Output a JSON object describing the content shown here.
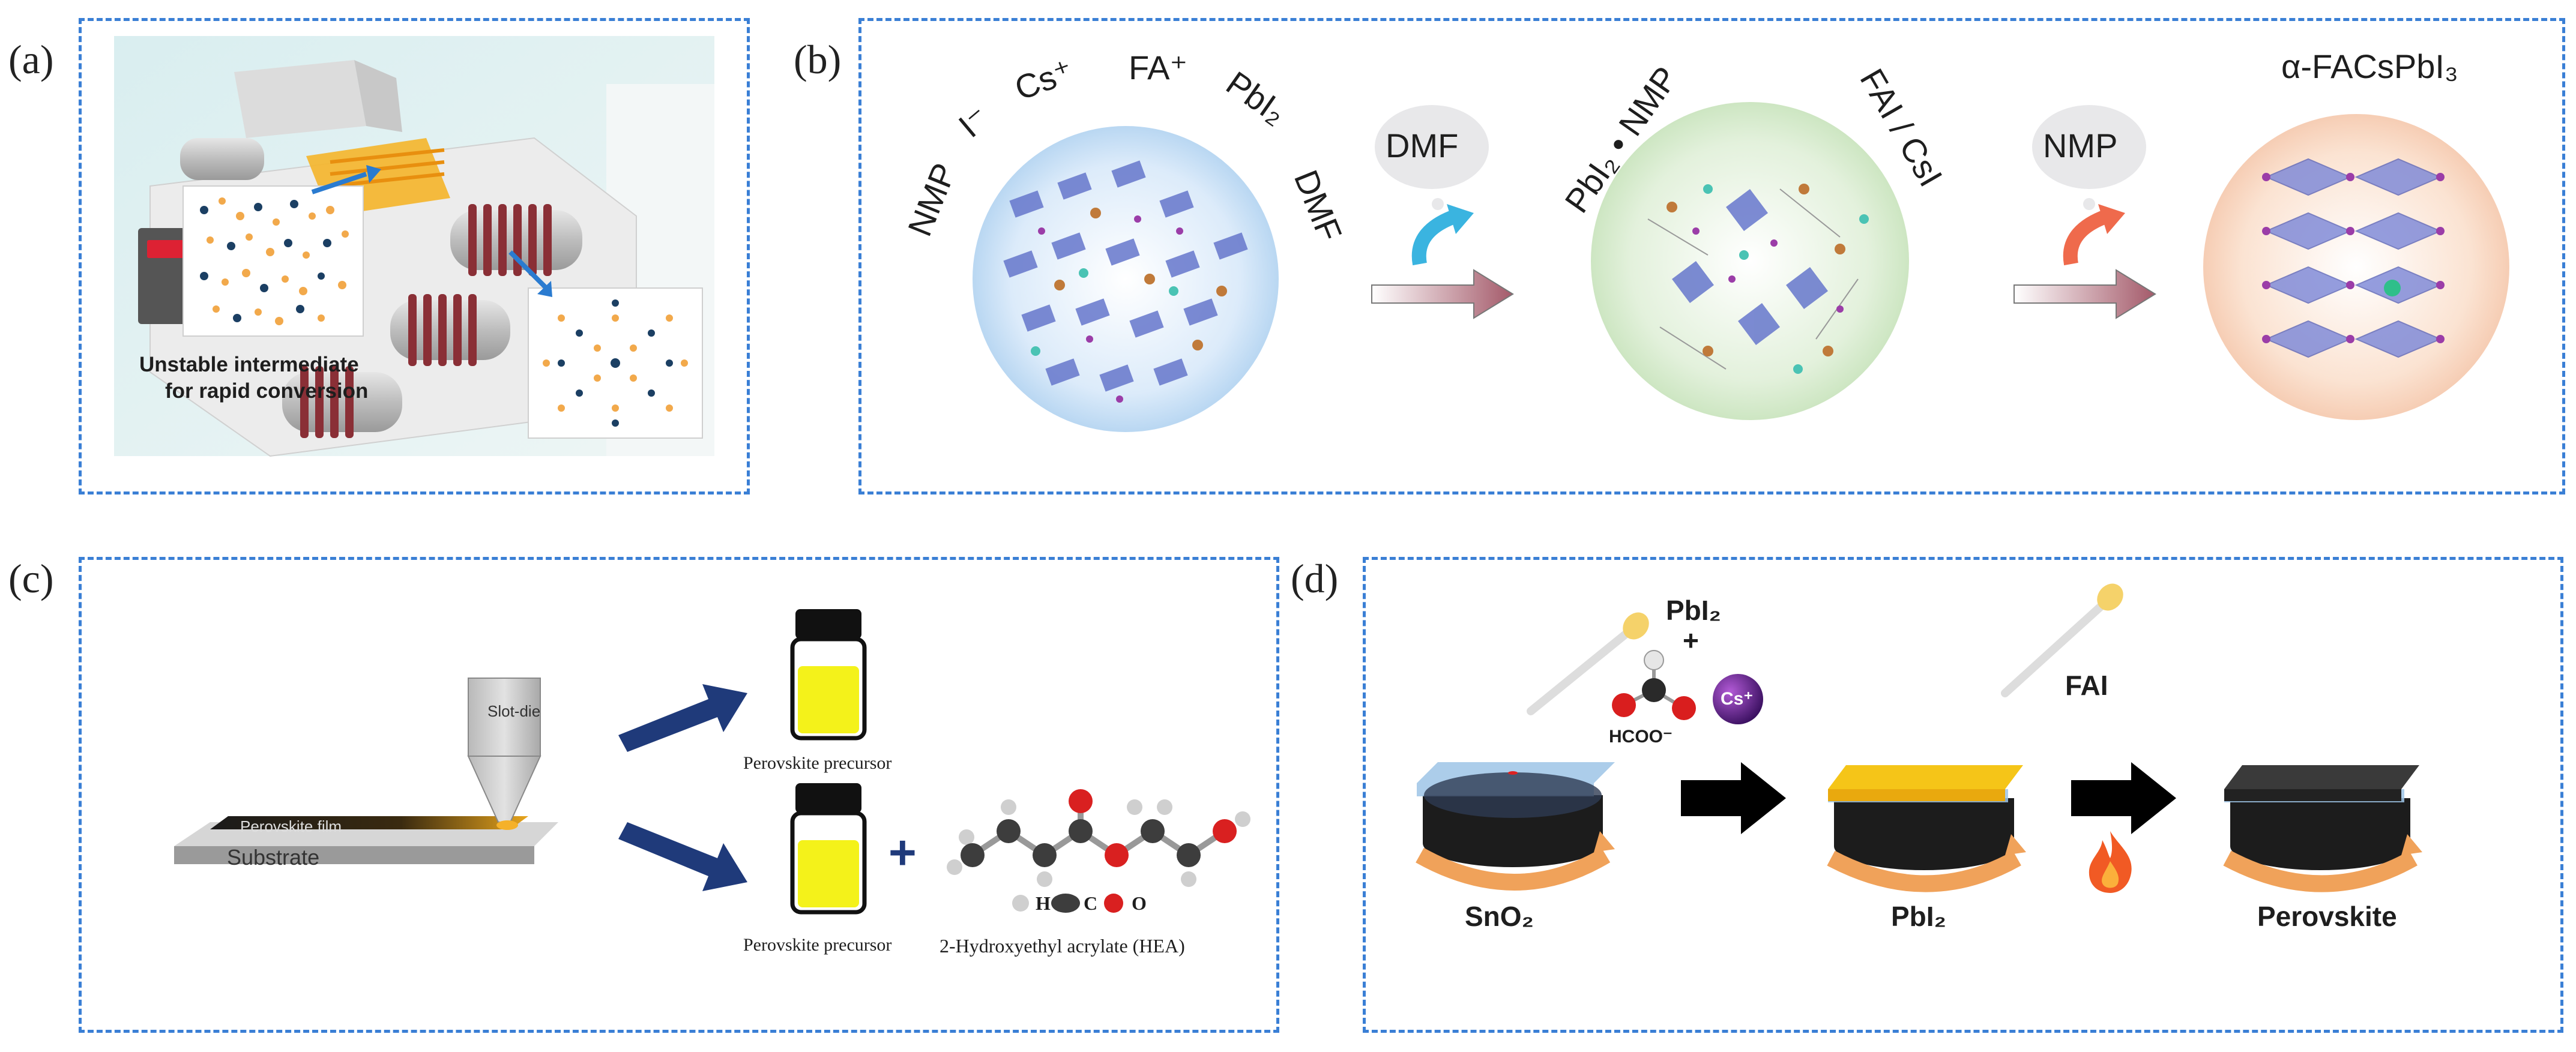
{
  "panel_labels": {
    "a": "(a)",
    "b": "(b)",
    "c": "(c)",
    "d": "(d)"
  },
  "panel_a": {
    "caption_line1": "Unstable intermediate",
    "caption_line2": "for rapid conversion"
  },
  "panel_b": {
    "ions": {
      "nmp": "NMP",
      "iodide": "I⁻",
      "cs": "Cs⁺",
      "fa": "FA⁺",
      "pbi2": "PbI₂",
      "dmf": "DMF"
    },
    "bubble1": "DMF",
    "intermediate_left": "PbI₂ • NMP",
    "intermediate_right": "FAI / CsI",
    "bubble2": "NMP",
    "product": "α-FACsPbI₃"
  },
  "panel_c": {
    "slot_die": "Slot-die",
    "film": "Perovskite film",
    "substrate": "Substrate",
    "precursor_top": "Perovskite precursor",
    "precursor_bottom": "Perovskite precursor",
    "additive": "2-Hydroxyethyl acrylate (HEA)",
    "plus": "+",
    "legend_h": "H",
    "legend_c": "C",
    "legend_o": "O"
  },
  "panel_d": {
    "pbi2_top": "PbI₂",
    "plus": "+",
    "formate": "HCOO⁻",
    "cs": "Cs⁺",
    "fai": "FAI",
    "stage1": "SnO₂",
    "stage2": "PbI₂",
    "stage3": "Perovskite",
    "flame": "🔥"
  },
  "colors": {
    "border": "#3a7fd5",
    "arrow_dark": "#1f3a7a",
    "precursor_yellow": "#f4f21a",
    "pbi2_layer": "#f5c518",
    "perovskite_layer": "#333333"
  }
}
